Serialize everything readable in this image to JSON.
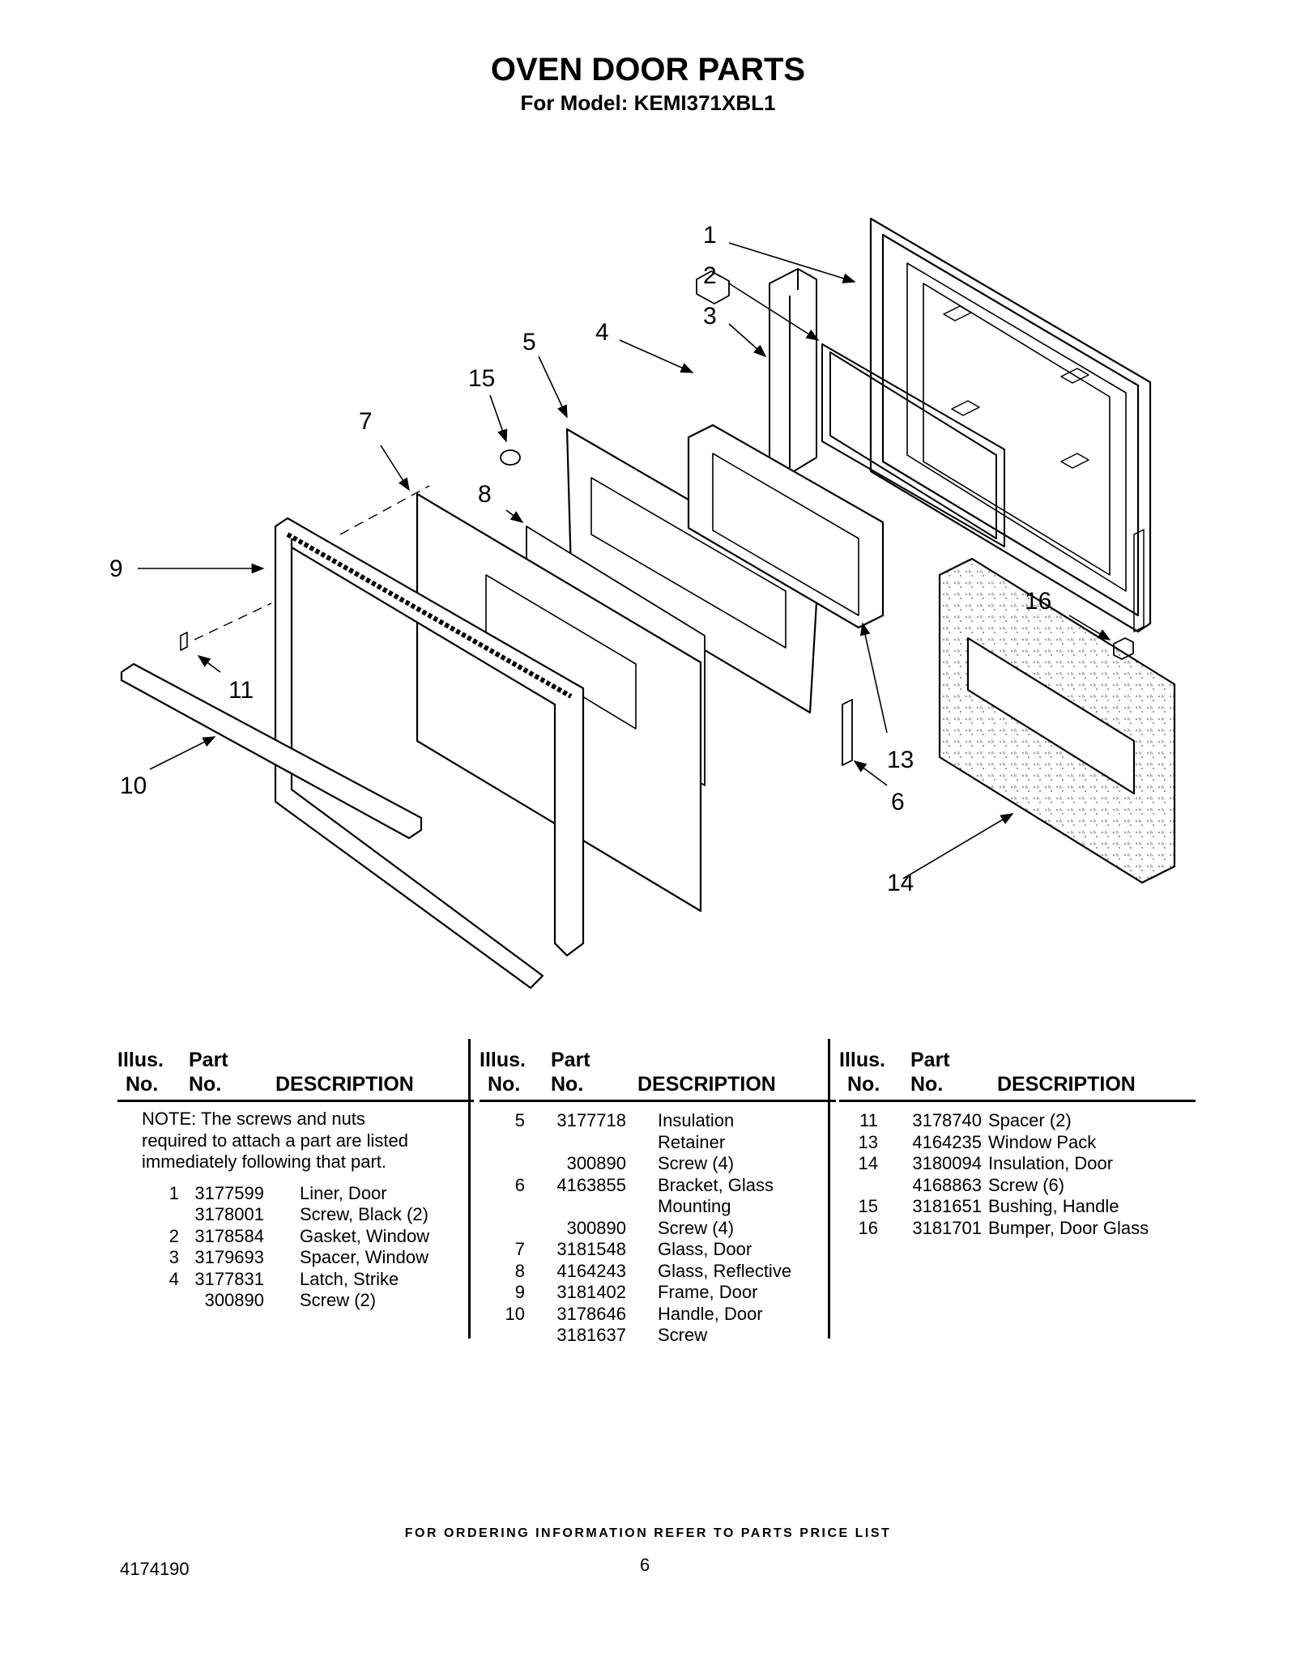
{
  "header": {
    "title": "OVEN DOOR PARTS",
    "subtitle": "For Model: KEMI371XBL1"
  },
  "callouts": [
    "1",
    "2",
    "3",
    "4",
    "5",
    "6",
    "7",
    "8",
    "9",
    "10",
    "11",
    "13",
    "14",
    "15",
    "16"
  ],
  "table": {
    "headers": {
      "illus_1": "Illus.",
      "illus_2": "No.",
      "part_1": "Part",
      "part_2": "No.",
      "desc": "DESCRIPTION"
    },
    "note": "NOTE: The screws and nuts required to attach a part are listed immediately following that part.",
    "col1": [
      {
        "illus": "1",
        "part": "3177599",
        "desc": "Liner, Door"
      },
      {
        "illus": "",
        "part": "3178001",
        "desc": "Screw, Black (2)"
      },
      {
        "illus": "2",
        "part": "3178584",
        "desc": "Gasket, Window"
      },
      {
        "illus": "3",
        "part": "3179693",
        "desc": "Spacer, Window"
      },
      {
        "illus": "4",
        "part": "3177831",
        "desc": "Latch, Strike"
      },
      {
        "illus": "",
        "part": "300890",
        "desc": "Screw (2)"
      }
    ],
    "col2": [
      {
        "illus": "5",
        "part": "3177718",
        "desc": "Insulation"
      },
      {
        "illus": "",
        "part": "",
        "desc": "Retainer"
      },
      {
        "illus": "",
        "part": "300890",
        "desc": "Screw (4)"
      },
      {
        "illus": "6",
        "part": "4163855",
        "desc": "Bracket, Glass"
      },
      {
        "illus": "",
        "part": "",
        "desc": "Mounting"
      },
      {
        "illus": "",
        "part": "300890",
        "desc": "Screw (4)"
      },
      {
        "illus": "7",
        "part": "3181548",
        "desc": "Glass, Door"
      },
      {
        "illus": "8",
        "part": "4164243",
        "desc": "Glass, Reflective"
      },
      {
        "illus": "9",
        "part": "3181402",
        "desc": "Frame, Door"
      },
      {
        "illus": "10",
        "part": "3178646",
        "desc": "Handle, Door"
      },
      {
        "illus": "",
        "part": "3181637",
        "desc": "Screw"
      }
    ],
    "col3": [
      {
        "illus": "11",
        "part": "3178740",
        "desc": "Spacer (2)"
      },
      {
        "illus": "13",
        "part": "4164235",
        "desc": "Window Pack"
      },
      {
        "illus": "14",
        "part": "3180094",
        "desc": "Insulation, Door"
      },
      {
        "illus": "",
        "part": "4168863",
        "desc": "Screw (6)"
      },
      {
        "illus": "15",
        "part": "3181651",
        "desc": "Bushing, Handle"
      },
      {
        "illus": "16",
        "part": "3181701",
        "desc": "Bumper, Door Glass"
      }
    ]
  },
  "footer": {
    "ordering_note": "FOR ORDERING INFORMATION REFER TO PARTS PRICE LIST",
    "doc_number": "4174190",
    "page_number": "6"
  }
}
